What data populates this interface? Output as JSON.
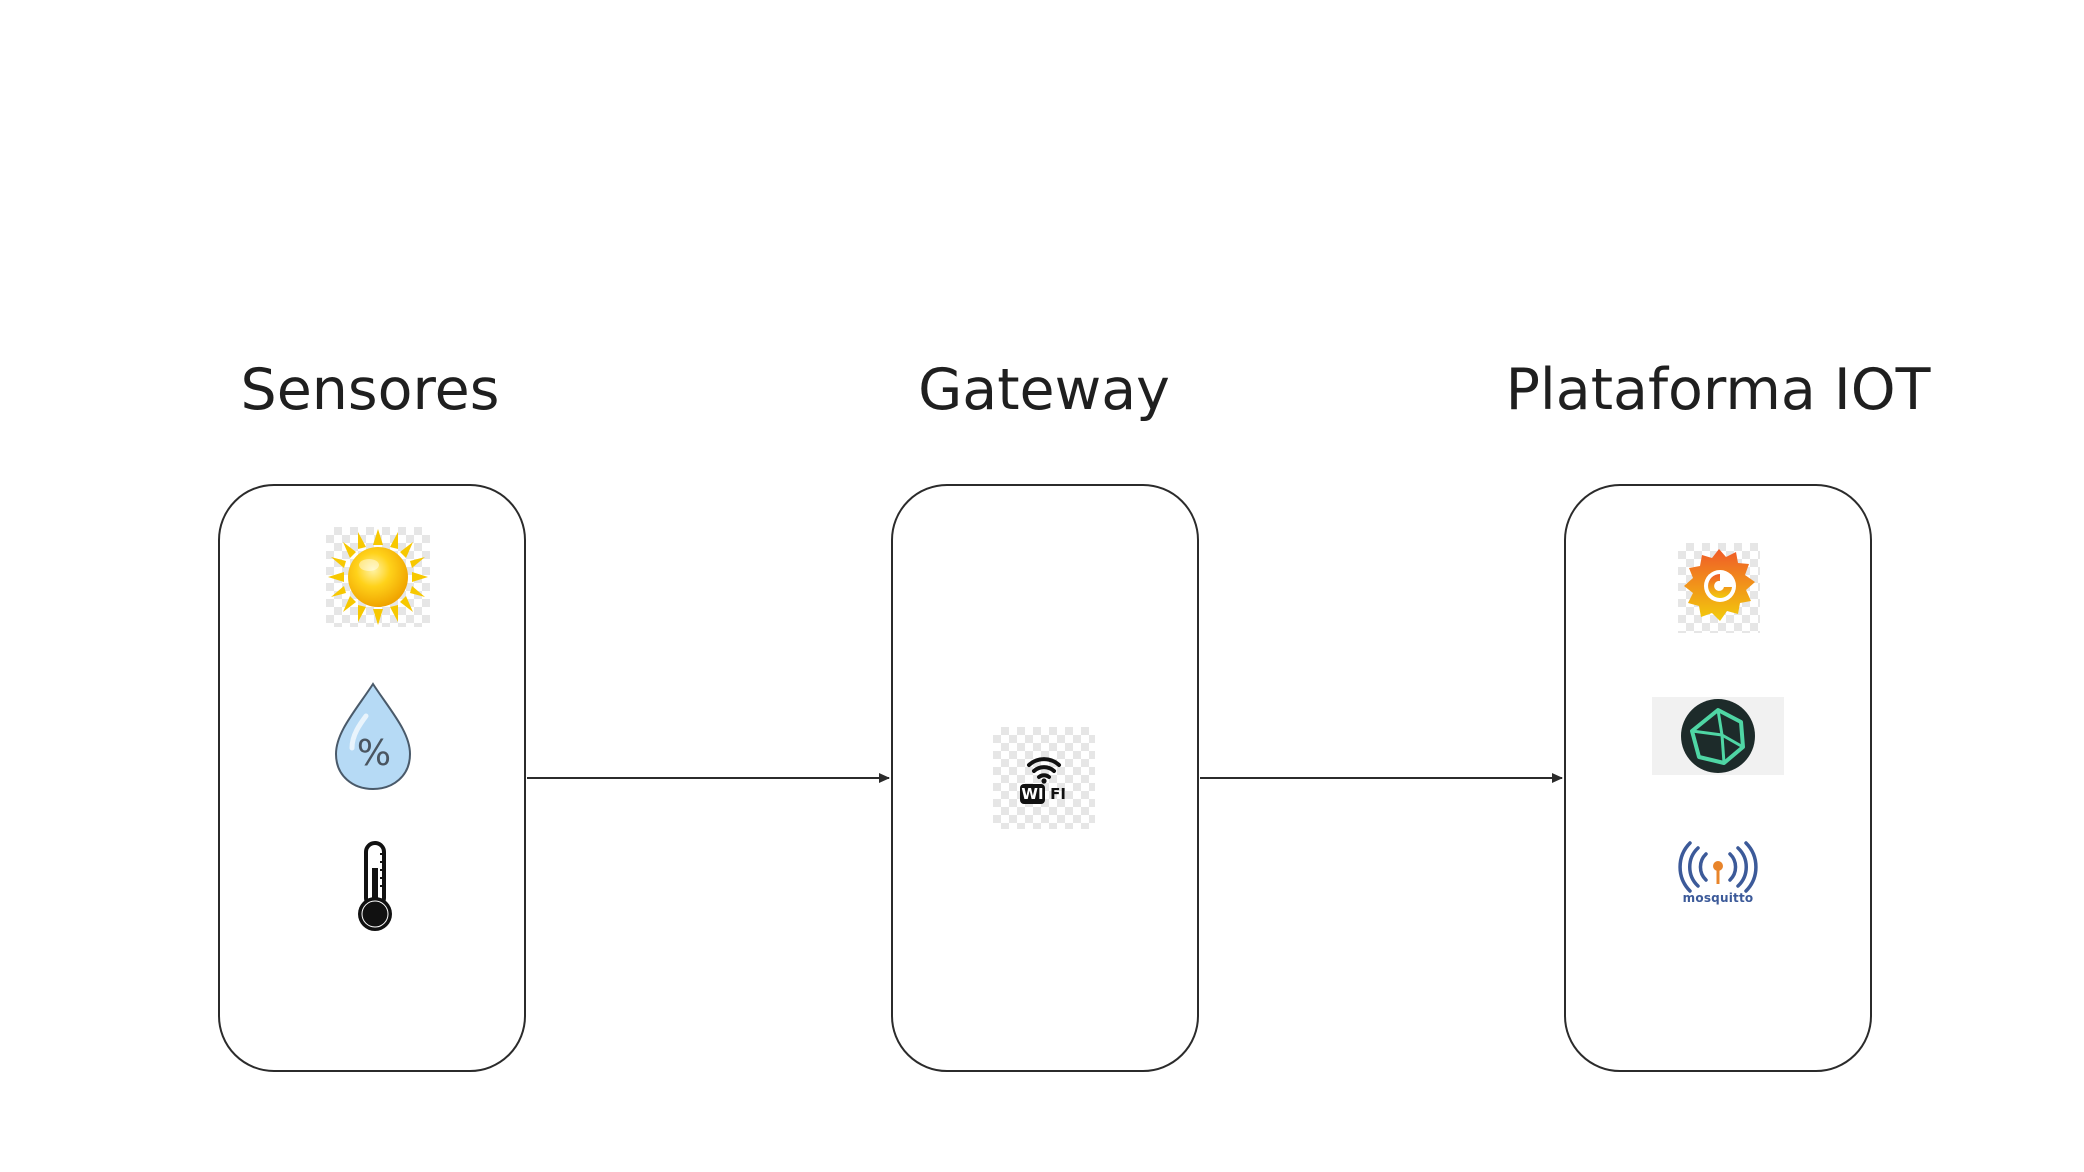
{
  "columns": {
    "sensors": {
      "title": "Sensores"
    },
    "gateway": {
      "title": "Gateway"
    },
    "platform": {
      "title": "Plataforma IOT"
    }
  },
  "icons": {
    "sun": "sun-icon",
    "humidity": "humidity-drop-icon",
    "thermometer": "thermometer-icon",
    "wifi": "wifi-icon",
    "grafana": "grafana-logo",
    "influx": "influxdb-logo",
    "mosquitto": "mosquitto-logo"
  },
  "labels": {
    "humidity_symbol": "%",
    "wifi_left": "WI",
    "wifi_right": "FI",
    "mosquitto": "mosquitto"
  },
  "colors": {
    "line": "#2b2b2b",
    "text": "#1f1f1f",
    "sun": "#f7b500",
    "drop": "#b6daf5",
    "grafana": "#f05a28",
    "influx": "#22adf6",
    "mosquitto": "#3c5a99"
  }
}
